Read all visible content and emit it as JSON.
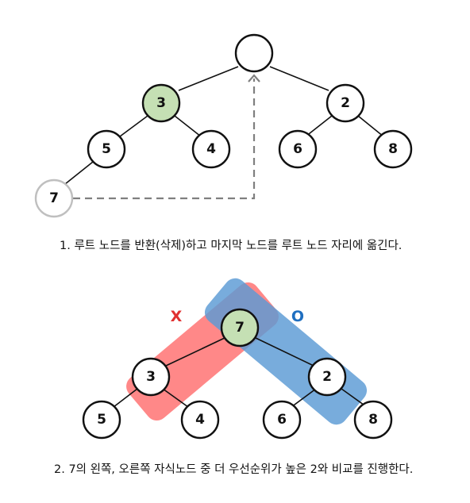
{
  "step1": {
    "caption": "1. 루트 노드를 반환(삭제)하고 마지막 노드를 루트 노드 자리에 옮긴다.",
    "nodes": {
      "root": "",
      "left": "3",
      "right": "2",
      "left_left": "5",
      "left_right": "4",
      "right_left": "6",
      "right_right": "8",
      "last": "7"
    }
  },
  "step2": {
    "caption": "2. 7의 왼쪽, 오른쪽 자식노드 중 더 우선순위가 높은 2와 비교를 진행한다.",
    "mark_x": "X",
    "mark_o": "O",
    "nodes": {
      "root": "7",
      "left": "3",
      "right": "2",
      "left_left": "5",
      "left_right": "4",
      "right_left": "6",
      "right_right": "8"
    }
  },
  "colors": {
    "highlight_node": "#c5e0b4",
    "faded_node_stroke": "#bfbfbf",
    "arrow": "#7f7f7f",
    "red_band": "#ff6b6b",
    "blue_band": "#5b9bd5",
    "mark_x": "#e03030",
    "mark_o": "#1f6fc0"
  }
}
